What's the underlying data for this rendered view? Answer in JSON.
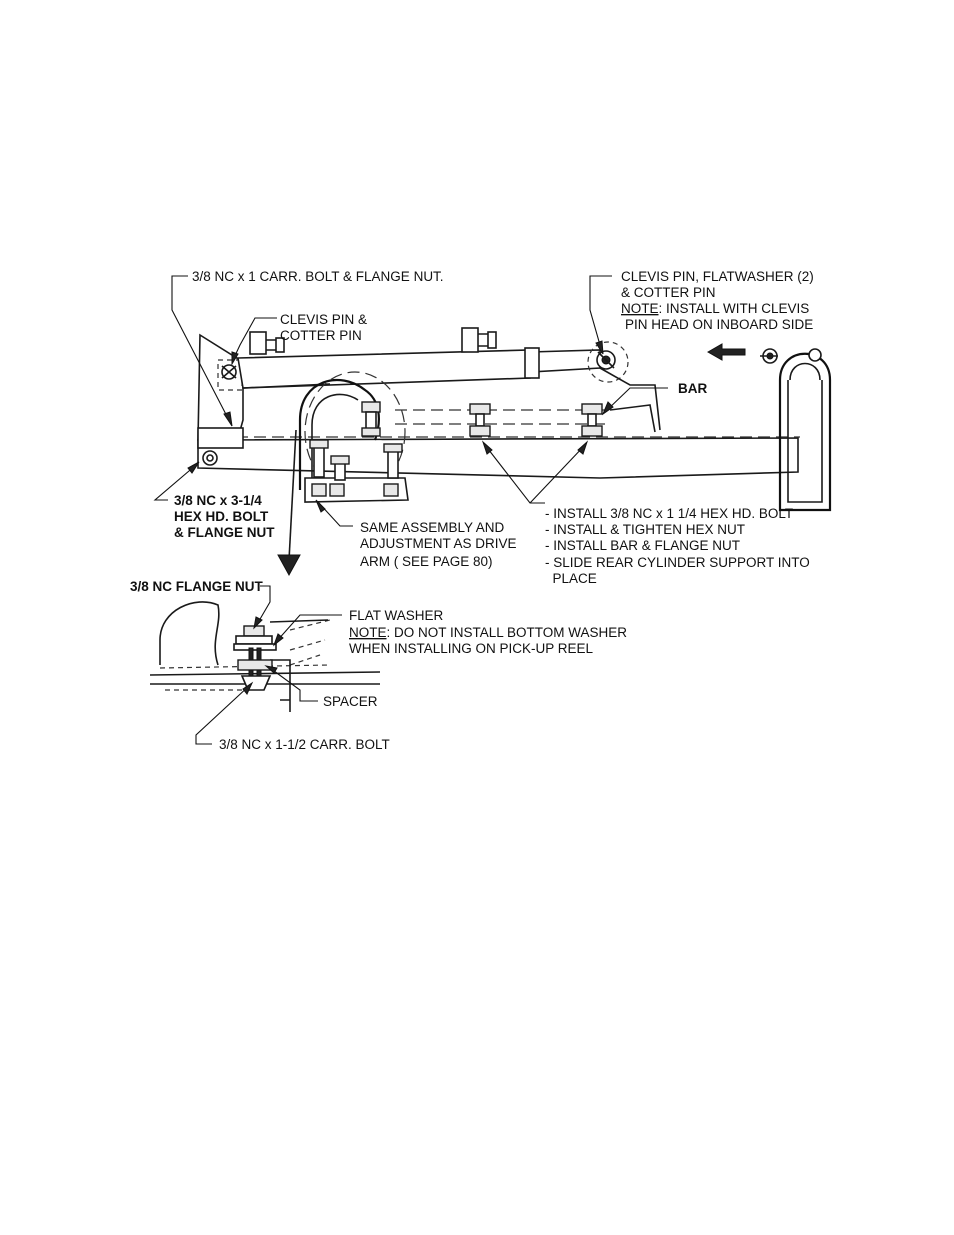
{
  "labels": {
    "carr_bolt_top": "3/8 NC x 1 CARR. BOLT & FLANGE NUT.",
    "clevis_left_1": "CLEVIS PIN &",
    "clevis_left_2": "COTTER PIN",
    "clevis_right_1": "CLEVIS PIN, FLATWASHER (2)",
    "clevis_right_2": "& COTTER PIN",
    "clevis_right_note_label": "NOTE",
    "clevis_right_note_text": ":  INSTALL WITH CLEVIS",
    "clevis_right_4": "PIN HEAD ON INBOARD SIDE",
    "bar": "BAR",
    "hex_bolt_1": "3/8 NC x 3-1/4",
    "hex_bolt_2": "HEX HD. BOLT",
    "hex_bolt_3": "& FLANGE NUT",
    "same_assembly_1": "SAME ASSEMBLY AND",
    "same_assembly_2": "ADJUSTMENT AS DRIVE",
    "same_assembly_3": "ARM ( SEE  PAGE  80)",
    "install_1": "- INSTALL 3/8 NC x 1 1/4 HEX HD. BOLT",
    "install_2": "- INSTALL & TIGHTEN HEX NUT",
    "install_3": "- INSTALL BAR & FLANGE NUT",
    "install_4": "- SLIDE REAR CYLINDER SUPPORT INTO",
    "install_5": "  PLACE",
    "flange_nut": "3/8 NC FLANGE NUT",
    "flat_washer": "FLAT WASHER",
    "washer_note_label": "NOTE",
    "washer_note_text": ": DO NOT INSTALL BOTTOM WASHER",
    "washer_note_2": "WHEN INSTALLING ON PICK-UP REEL",
    "spacer": "SPACER",
    "carr_bolt_bottom": "3/8 NC x 1-1/2 CARR. BOLT"
  }
}
